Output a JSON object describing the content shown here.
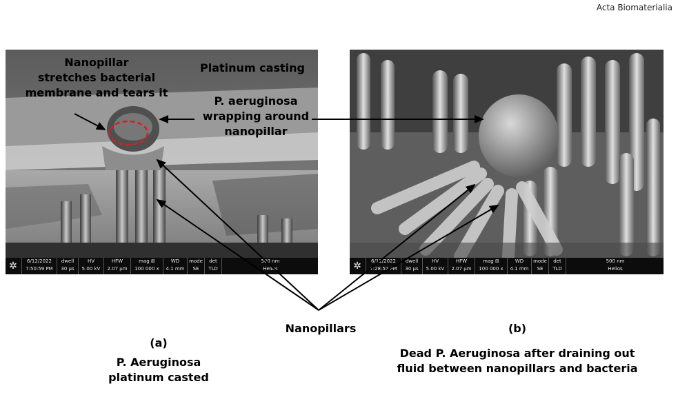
{
  "journal": "Acta Biomaterialia",
  "panel_a": {
    "label_membrane": [
      "Nanopillar",
      "stretches bacterial",
      "membrane and tears it"
    ],
    "label_casting": "Platinum casting",
    "label_wrapping": [
      "P. aeruginosa",
      "wrapping around",
      "nanopillar"
    ],
    "status": {
      "date": "6/12/2022",
      "time": "7:50:59 PM",
      "dwell_h": "dwell",
      "dwell": "30 µs",
      "hv_h": "HV",
      "hv": "5.00 kV",
      "hfw_h": "HFW",
      "hfw": "2.07 µm",
      "mag_h": "mag ⊞",
      "mag": "100 000 x",
      "wd_h": "WD",
      "wd": "4.1 mm",
      "mode_h": "mode",
      "mode": "SE",
      "det_h": "det",
      "det": "TLD",
      "scale": "500 nm",
      "brand": "Helios"
    }
  },
  "panel_b": {
    "status": {
      "date": "6/12/2022",
      "time": "7:28:52 PM",
      "dwell_h": "dwell",
      "dwell": "30 µs",
      "hv_h": "HV",
      "hv": "5.00 kV",
      "hfw_h": "HFW",
      "hfw": "2.07 µm",
      "mag_h": "mag ⊞",
      "mag": "100 000 x",
      "wd_h": "WD",
      "wd": "4.1 mm",
      "mode_h": "mode",
      "mode": "SE",
      "det_h": "det",
      "det": "TLD",
      "scale": "500 nm",
      "brand": "Helios"
    }
  },
  "nanopillars_label": "Nanopillars",
  "caption_a": {
    "tag": "(a)",
    "lines": [
      "P. Aeruginosa",
      "platinum casted"
    ]
  },
  "caption_b": {
    "tag": "(b)",
    "lines": [
      "Dead P. Aeruginosa after draining out",
      "fluid between nanopillars and bacteria"
    ]
  },
  "colors": {
    "sem_dark": "#2a2a2a",
    "sem_light": "#bdbdbd",
    "dashed_circle": "#d42020",
    "status_bar": "#0c0c0c"
  }
}
